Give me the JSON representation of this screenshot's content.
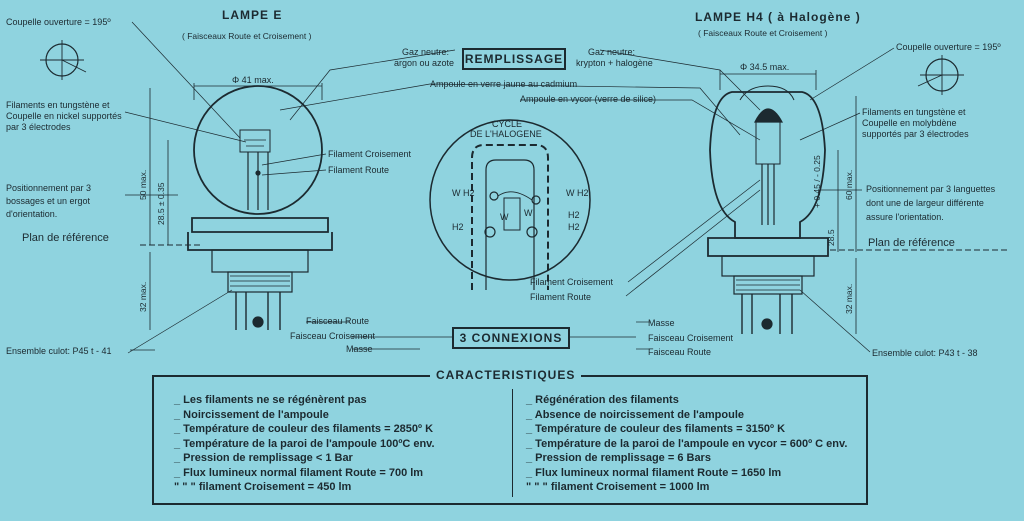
{
  "left": {
    "title": "LAMPE E",
    "subtitle": "( Faisceaux Route et Croisement )",
    "coupelle": "Coupelle ouverture = 195º",
    "filaments_note": [
      "Filaments en tungstène et",
      "Coupelle en nickel supportés",
      "par 3 électrodes"
    ],
    "positionnement": [
      "Positionnement par 3",
      "bossages et un ergot",
      "d'orientation."
    ],
    "plan_reference": "Plan de référence",
    "diameter": "Φ 41 max.",
    "dim_50": "50 max.",
    "dim_tol": "28.5 ± 0.35",
    "dim_32": "32 max.",
    "culot": "Ensemble culot: P45 t - 41",
    "filament_croisement": "Filament Croisement",
    "filament_route": "Filament Route",
    "faisceau_route": "Faisceau Route",
    "faisceau_croisement": "Faisceau Croisement",
    "masse": "Masse"
  },
  "right": {
    "title": "LAMPE H4 ( à Halogène )",
    "subtitle": "( Faisceaux Route et Croisement )",
    "coupelle": "Coupelle ouverture = 195º",
    "filaments_note": [
      "Filaments en tungstène et",
      "Coupelle en molybdène",
      "supportés par 3 électrodes"
    ],
    "positionnement": [
      "Positionnement par 3 languettes",
      "dont une de largeur différente",
      "assure l'orientation."
    ],
    "plan_reference": "Plan de référence",
    "diameter": "Φ 34.5 max.",
    "dim_60": "60 max.",
    "dim_tol": "+ 0.45 / - 0.25",
    "dim_285": "28.5",
    "dim_32": "32 max.",
    "culot": "Ensemble culot: P43 t - 38",
    "masse": "Masse",
    "faisceau_croisement": "Faisceau Croisement",
    "faisceau_route": "Faisceau Route"
  },
  "center": {
    "gaz_left": [
      "Gaz neutre:",
      "argon ou azote"
    ],
    "remplissage": "REMPLISSAGE",
    "gaz_right": [
      "Gaz neutre:",
      "krypton + halogène"
    ],
    "ampoule_jaune": "Ampoule en verre jaune au cadmium",
    "ampoule_vycor": "Ampoule en vycor (verre de silice)",
    "cycle": [
      "CYCLE",
      "DE L'HALOGENE"
    ],
    "wh2": "W H2",
    "h2": "H2",
    "w": "W",
    "filament_croisement": "Filament Croisement",
    "filament_route": "Filament Route",
    "connexions": "3 CONNEXIONS"
  },
  "carac": {
    "title": "CARACTERISTIQUES",
    "left": [
      "_ Les filaments ne se régénèrent pas",
      "_ Noircissement de l'ampoule",
      "_ Température de couleur des filaments = 2850º K",
      "_ Température de la paroi de l'ampoule   100ºC env.",
      "_ Pression de remplissage  < 1 Bar",
      "_ Flux lumineux normal filament Route = 700 lm",
      "     \"        \"        \"     filament Croisement = 450 lm"
    ],
    "right": [
      "_ Régénération des filaments",
      "_ Absence de noircissement de l'ampoule",
      "_ Température de couleur des filaments = 3150º K",
      "_ Température de la paroi de l'ampoule en vycor = 600º C env.",
      "_ Pression de remplissage = 6 Bars",
      "_ Flux lumineux normal filament Route = 1650 lm",
      "     \"        \"        \"     filament Croisement = 1000 lm"
    ]
  }
}
